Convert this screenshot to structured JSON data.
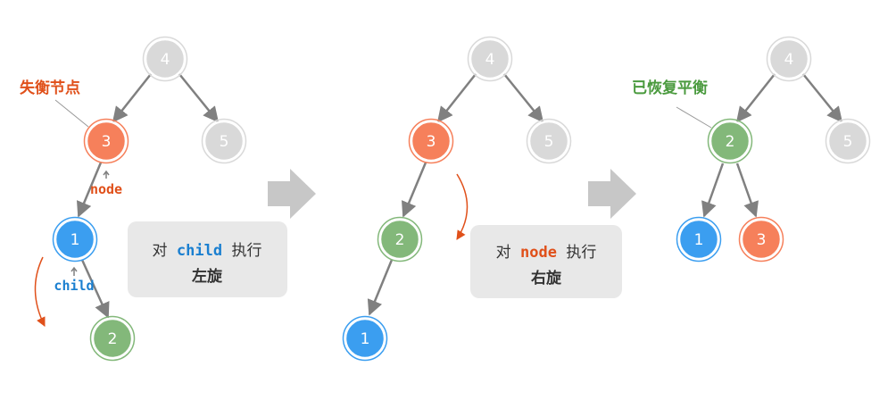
{
  "colors": {
    "gray_fill": "#d9d9d9",
    "orange_fill": "#f6805b",
    "orange_text": "#e0501a",
    "blue_fill": "#3b9ef0",
    "blue_text": "#1a7fd0",
    "green_fill": "#83b87a",
    "green_text": "#4a9a3e",
    "edge": "#808080",
    "box_fill": "#e8e8e8",
    "arrow_block": "#c7c7c7"
  },
  "panel1": {
    "nodes": {
      "n4": "4",
      "n3": "3",
      "n5": "5",
      "n1": "1",
      "n2": "2"
    },
    "unbalanced_label": "失衡节点",
    "node_label": "node",
    "child_label": "child"
  },
  "panel2": {
    "nodes": {
      "n4": "4",
      "n3": "3",
      "n5": "5",
      "n2": "2",
      "n1": "1"
    }
  },
  "panel3": {
    "nodes": {
      "n4": "4",
      "n2": "2",
      "n5": "5",
      "n1": "1",
      "n3": "3"
    },
    "balanced_label": "已恢复平衡"
  },
  "box1": {
    "prefix": "对",
    "keyword": "child",
    "suffix": "执行",
    "action": "左旋"
  },
  "box2": {
    "prefix": "对",
    "keyword": "node",
    "suffix": "执行",
    "action": "右旋"
  }
}
